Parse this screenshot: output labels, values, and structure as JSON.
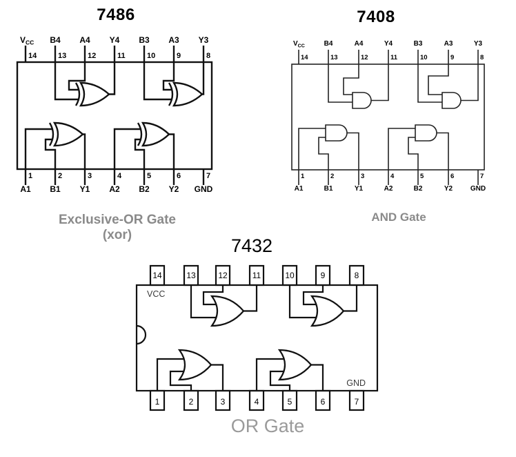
{
  "page": {
    "background": "#ffffff"
  },
  "colors": {
    "line_bold": "#111111",
    "line_thin": "#222222",
    "caption_gray": "#8a8a8a",
    "caption_gray_light": "#9a9a9a",
    "inner_label": "#3a3a3a",
    "title": "#000000"
  },
  "chips": [
    {
      "id": "7486",
      "title": "7486",
      "gate_type": "xor",
      "top_pins": [
        {
          "n": "14",
          "label": "VCC"
        },
        {
          "n": "13",
          "label": "B4"
        },
        {
          "n": "12",
          "label": "A4"
        },
        {
          "n": "11",
          "label": "Y4"
        },
        {
          "n": "10",
          "label": "B3"
        },
        {
          "n": "9",
          "label": "A3"
        },
        {
          "n": "8",
          "label": "Y3"
        }
      ],
      "bottom_pins": [
        {
          "n": "1",
          "label": "A1"
        },
        {
          "n": "2",
          "label": "B1"
        },
        {
          "n": "3",
          "label": "Y1"
        },
        {
          "n": "4",
          "label": "A2"
        },
        {
          "n": "5",
          "label": "B2"
        },
        {
          "n": "6",
          "label": "Y2"
        },
        {
          "n": "7",
          "label": "GND"
        }
      ],
      "caption": [
        "Exclusive-OR Gate",
        "(xor)"
      ]
    },
    {
      "id": "7408",
      "title": "7408",
      "gate_type": "and",
      "top_pins": [
        {
          "n": "14",
          "label": "VCC"
        },
        {
          "n": "13",
          "label": "B4"
        },
        {
          "n": "12",
          "label": "A4"
        },
        {
          "n": "11",
          "label": "Y4"
        },
        {
          "n": "10",
          "label": "B3"
        },
        {
          "n": "9",
          "label": "A3"
        },
        {
          "n": "8",
          "label": "Y3"
        }
      ],
      "bottom_pins": [
        {
          "n": "1",
          "label": "A1"
        },
        {
          "n": "2",
          "label": "B1"
        },
        {
          "n": "3",
          "label": "Y1"
        },
        {
          "n": "4",
          "label": "A2"
        },
        {
          "n": "5",
          "label": "B2"
        },
        {
          "n": "6",
          "label": "Y2"
        },
        {
          "n": "7",
          "label": "GND"
        }
      ],
      "caption": [
        "AND Gate"
      ]
    },
    {
      "id": "7432",
      "title": "7432",
      "gate_type": "or",
      "top_pins": [
        {
          "n": "14"
        },
        {
          "n": "13"
        },
        {
          "n": "12"
        },
        {
          "n": "11"
        },
        {
          "n": "10"
        },
        {
          "n": "9"
        },
        {
          "n": "8"
        }
      ],
      "bottom_pins": [
        {
          "n": "1"
        },
        {
          "n": "2"
        },
        {
          "n": "3"
        },
        {
          "n": "4"
        },
        {
          "n": "5"
        },
        {
          "n": "6"
        },
        {
          "n": "7"
        }
      ],
      "inner_labels": {
        "top_left": "VCC",
        "bottom_right": "GND"
      },
      "caption": [
        "OR Gate"
      ]
    }
  ]
}
